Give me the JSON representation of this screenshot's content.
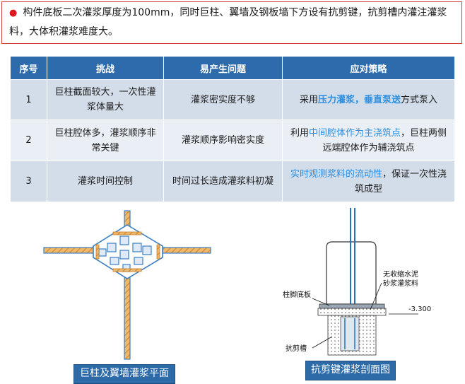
{
  "note": {
    "bullet": "●",
    "text": "构件底板二次灌浆厚度为100mm，同时巨柱、翼墙及钢板墙下方设有抗剪键，抗剪槽内灌注灌浆料，大体积灌浆难度大。"
  },
  "table": {
    "headers": [
      "序号",
      "挑战",
      "易产生问题",
      "应对策略"
    ],
    "rows": [
      {
        "no": "1",
        "challenge": "巨柱截面较大，一次性灌浆体量大",
        "problem": "灌浆密实度不够",
        "strategy_pre": "采用",
        "strategy_hl": "压力灌浆，垂直泵送",
        "strategy_post": "方式泵入"
      },
      {
        "no": "2",
        "challenge": "巨柱腔体多，灌浆顺序非常关键",
        "problem": "灌浆顺序影响密实度",
        "strategy_pre": "利用",
        "strategy_hl": "中间腔体作为主浇筑点",
        "strategy_post": "，巨柱两侧远端腔体作为辅浇筑点"
      },
      {
        "no": "3",
        "challenge": "灌浆时间控制",
        "problem": "时间过长造成灌浆料初凝",
        "strategy_pre": "",
        "strategy_hl": "实时观测浆料的流动性",
        "strategy_post": "，保证一次性浇筑成型"
      }
    ]
  },
  "figure_left": {
    "caption": "巨柱及翼墙灌浆平面"
  },
  "figure_right": {
    "caption": "抗剪键灌浆剖面图",
    "label_base_plate": "柱脚底板",
    "label_grout_line1": "无收缩水泥",
    "label_grout_line2": "砂浆灌浆料",
    "label_elevation": "-3.300",
    "label_shear_slot": "抗剪槽"
  },
  "colors": {
    "header_bg": "#2e6bad",
    "row_dark": "#d3dde9",
    "row_light": "#eaeff6",
    "highlight": "#2b8ee0",
    "note_border": "#d23b3b"
  }
}
